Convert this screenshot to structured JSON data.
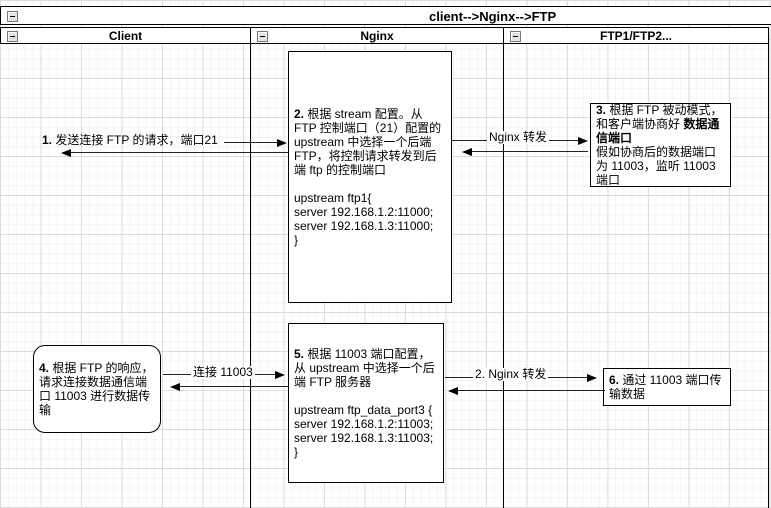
{
  "title": "client-->Nginx-->FTP",
  "lanes": {
    "client": "Client",
    "nginx": "Nginx",
    "ftp": "FTP1/FTP2..."
  },
  "boxes": {
    "nginx_top": {
      "num": "2.",
      "text": " 根据 stream 配置。从 FTP 控制端口（21）配置的 upstream 中选择一个后端 FTP，将控制请求转发到后端 ftp 的控制端口",
      "code": "upstream ftp1{\n server 192.168.1.2:11000;\n server 192.168.1.3:11000;\n}"
    },
    "ftp_top": {
      "num": "3.",
      "text1": " 根据 FTP 被动模式，和客户端协商好 ",
      "bold": "数据通信端口",
      "text2": "假如协商后的数据端口为 11003，监听 11003 端口"
    },
    "client_bottom": {
      "num": "4.",
      "text": " 根据 FTP 的响应，请求连接数据通信端口 11003 进行数据传输"
    },
    "nginx_bottom": {
      "num": "5.",
      "text": " 根据 11003 端口配置，从 upstream 中选择一个后端 FTP 服务器",
      "code": "upstream ftp_data_port3 {\n server 192.168.1.2:11003;\n server 192.168.1.3:11003;\n}"
    },
    "ftp_bottom": {
      "num": "6.",
      "text": " 通过 11003 端口传输数据"
    }
  },
  "arrows": {
    "a1": {
      "num": "1.",
      "label": " 发送连接 FTP 的请求，端口21"
    },
    "a2": {
      "label": "Nginx 转发"
    },
    "a3": {
      "label": "连接 11003"
    },
    "a4": {
      "label": "2. Nginx 转发"
    }
  }
}
